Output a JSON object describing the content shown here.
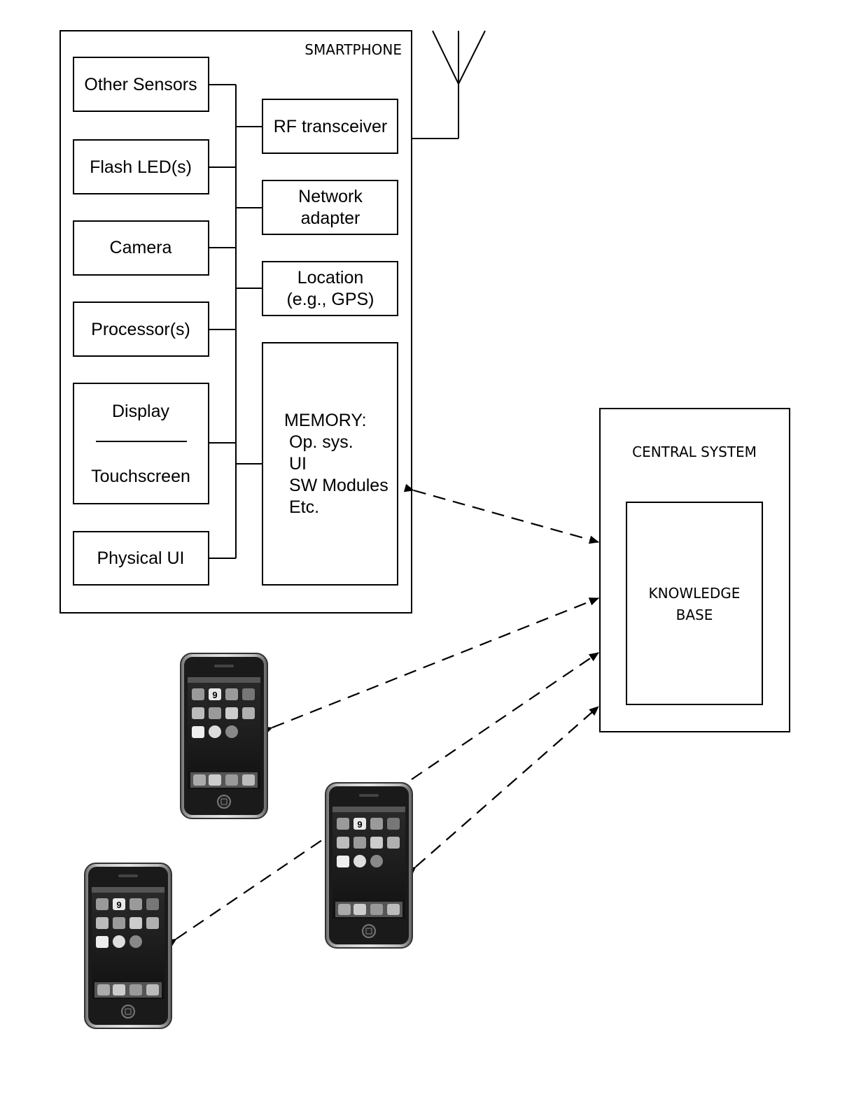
{
  "smartphone": {
    "title": "SMARTPHONE",
    "left_blocks": {
      "other_sensors": "Other Sensors",
      "flash_leds": "Flash LED(s)",
      "camera": "Camera",
      "processors": "Processor(s)",
      "display": "Display",
      "touchscreen": "Touchscreen",
      "physical_ui": "Physical UI"
    },
    "right_blocks": {
      "rf_transceiver": "RF transceiver",
      "network_adapter": [
        "Network",
        "adapter"
      ],
      "location": [
        "Location",
        "(e.g., GPS)"
      ],
      "memory": [
        "MEMORY:",
        "Op. sys.",
        "UI",
        "SW Modules",
        "Etc."
      ]
    }
  },
  "central_system": {
    "title": "CENTRAL SYSTEM",
    "knowledge_base": [
      "KNOWLEDGE",
      "BASE"
    ]
  },
  "phone_screen": {
    "calendar_day": "9"
  }
}
